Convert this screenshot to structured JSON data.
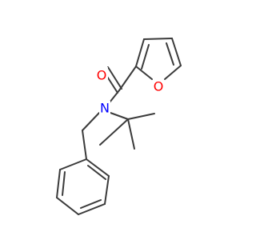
{
  "molecule": {
    "atoms": [
      {
        "id": "O_carbonyl",
        "label": "O",
        "color": "#ff0000"
      },
      {
        "id": "O_furan",
        "label": "O",
        "color": "#ff0000"
      },
      {
        "id": "N_amide",
        "label": "N",
        "color": "#0000ff"
      }
    ],
    "bond_color": "#3a3a3a",
    "background": "#ffffff"
  }
}
